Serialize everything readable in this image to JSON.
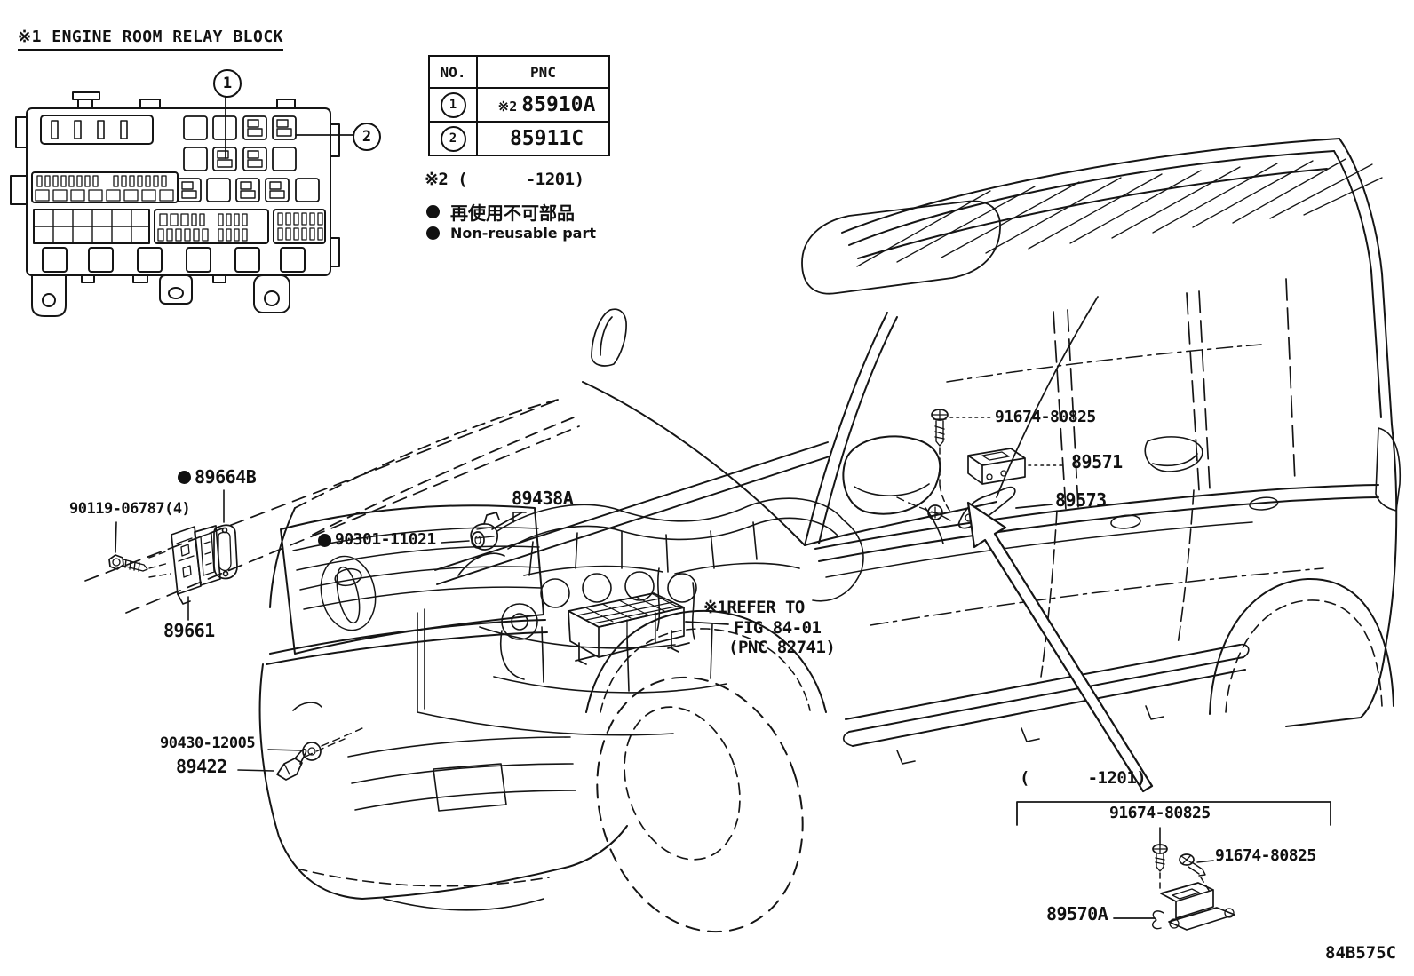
{
  "header": {
    "title": "※1 ENGINE ROOM RELAY BLOCK"
  },
  "callouts": {
    "one": "1",
    "two": "2"
  },
  "pnc_table": {
    "col_no": "NO.",
    "col_pnc": "PNC",
    "rows": [
      {
        "no": "1",
        "prefix": "※2",
        "pnc": "85910A"
      },
      {
        "no": "2",
        "prefix": "",
        "pnc": "85911C"
      }
    ]
  },
  "notes": {
    "applicability": "※2 (      -1201)",
    "nonreusable_jp": "再使用不可部品",
    "nonreusable_en": "Non-reusable part"
  },
  "part_labels": {
    "gasket_89664b": "89664B",
    "screw_90119": "90119-06787(4)",
    "relay_89661": "89661",
    "grommet_90301": "90301-11021",
    "sensor_89438a": "89438A",
    "refer_line1": "※1REFER TO",
    "refer_line2": "FIG 84-01",
    "refer_line3": "(PNC 82741)",
    "screw_91674_upper": "91674-80825",
    "receiver_89571": "89571",
    "bracket_89573": "89573",
    "gasket_90430": "90430-12005",
    "sensor_89422": "89422",
    "section_range": "(      -1201)",
    "screw_91674_mid": "91674-80825",
    "screw_91674_right": "91674-80825",
    "receiver_89570a": "89570A"
  },
  "footer": {
    "figure_code": "84B575C"
  },
  "colors": {
    "ink": "#111111",
    "background": "#ffffff"
  }
}
